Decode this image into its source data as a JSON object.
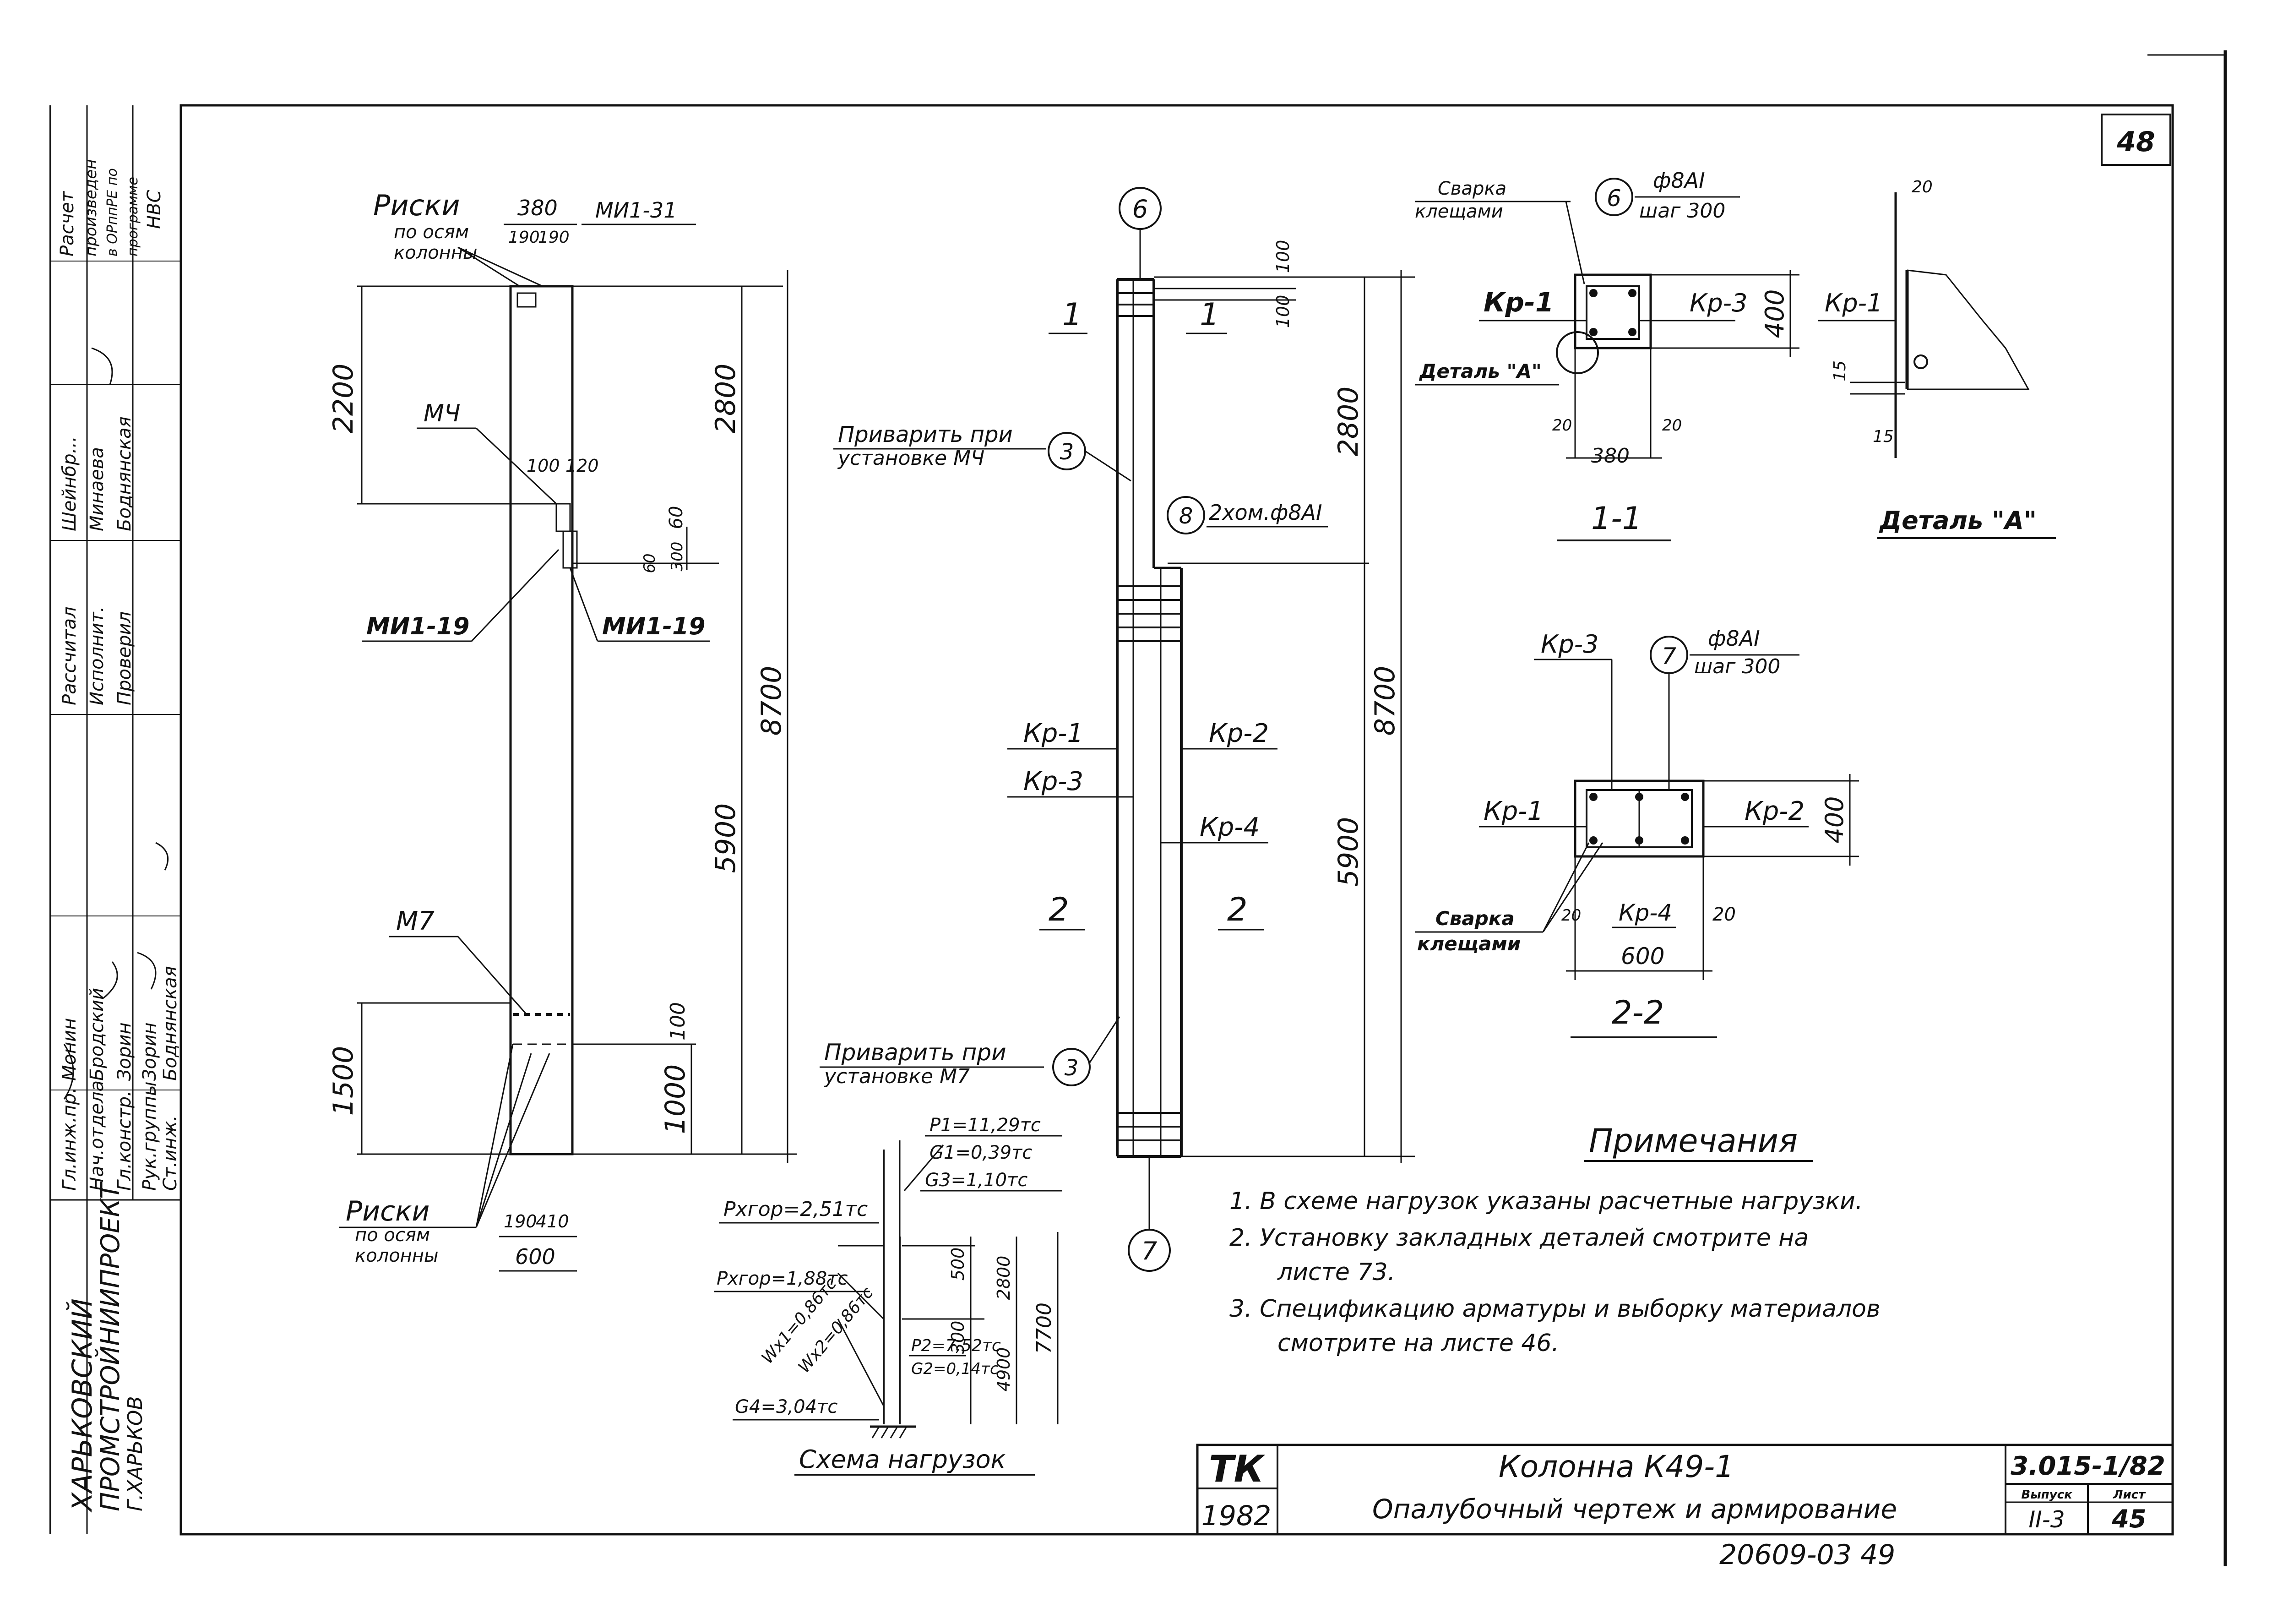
{
  "sheet_number": "48",
  "org": {
    "line1": "ХАРЬКОВСКИЙ",
    "line2": "ПРОМСТРОЙНИИПРОЕКТ",
    "line3": "Г.ХАРЬКОВ"
  },
  "calc_note": {
    "line1": "Расчет",
    "line2": "произведен",
    "line3": "в ОРппРЕ по",
    "line4": "программе",
    "line5": "НВС"
  },
  "staff": [
    {
      "role": "Гл.инж.пр.",
      "name": "Монин"
    },
    {
      "role": "Нач.отдела",
      "name": "Бродский"
    },
    {
      "role": "Гл.констр.",
      "name": "Зорин"
    },
    {
      "role": "Рук.группы",
      "name": "Зорин"
    },
    {
      "role": "Ст.инж.",
      "name": "Боднянская"
    },
    {
      "role": "Рассчитал",
      "name": "Шейнбр..."
    },
    {
      "role": "Исполнит.",
      "name": "Минаева"
    },
    {
      "role": "Проверил",
      "name": "Боднянская"
    }
  ],
  "elevation": {
    "title_marks": "Риски",
    "title_marks_sub1": "по осям",
    "title_marks_sub2": "колонны",
    "dim_380": "380",
    "dim_190a": "190",
    "dim_190b": "190",
    "label_mi131": "МИ1-31",
    "label_m4": "МЧ",
    "dim_100": "100",
    "dim_120": "120",
    "dim_60": "60",
    "dim_60b": "60",
    "dim_300": "300",
    "label_mi119_left": "МИ1-19",
    "label_mi119_right": "МИ1-19",
    "label_m7": "М7",
    "dim_2200": "2200",
    "dim_2800": "2800",
    "dim_8700": "8700",
    "dim_5900": "5900",
    "dim_1500": "1500",
    "dim_1000": "1000",
    "dim_100b": "100",
    "bottom_marks": "Риски",
    "bottom_marks_sub1": "по осям",
    "bottom_marks_sub2": "колонны",
    "dim_190c": "190",
    "dim_410": "410",
    "dim_600": "600"
  },
  "reinforcement": {
    "circle_6": "6",
    "circle_3_top": "3",
    "circle_8": "8",
    "circle_3_bottom": "3",
    "circle_7": "7",
    "section_1_left": "1",
    "section_1_right": "1",
    "section_2_left": "2",
    "section_2_right": "2",
    "note_weld_top_1": "Приварить при",
    "note_weld_top_2": "установке МЧ",
    "note_clamp": "2хом.ф8АI",
    "note_weld_bottom_1": "Приварить при",
    "note_weld_bottom_2": "установке М7",
    "kp1": "Кр-1",
    "kp2": "Кр-2",
    "kp3": "Кр-3",
    "kp4": "Кр-4",
    "dim_100a": "100",
    "dim_100c": "100",
    "dim_2800": "2800",
    "dim_8700": "8700",
    "dim_5900": "5900"
  },
  "section_1_1": {
    "weld": "Сварка",
    "weld2": "клещами",
    "circle": "6",
    "bar": "ф8АI",
    "step": "шаг 300",
    "kp1": "Кр-1",
    "kp3": "Кр-3",
    "detail_ref": "Деталь \"А\"",
    "dim_400": "400",
    "dim_20a": "20",
    "dim_20b": "20",
    "dim_380": "380",
    "title": "1-1"
  },
  "detail_a": {
    "kp1": "Кр-1",
    "dim_20": "20",
    "dim_15a": "15",
    "dim_15b": "15",
    "title": "Деталь \"А\""
  },
  "section_2_2": {
    "kp3": "Кр-3",
    "circle": "7",
    "bar": "ф8АI",
    "step": "шаг 300",
    "kp1": "Кр-1",
    "kp2": "Кр-2",
    "kp4": "Кр-4",
    "dim_400": "400",
    "dim_20a": "20",
    "dim_20b": "20",
    "dim_600": "600",
    "weld": "Сварка",
    "weld2": "клещами",
    "title": "2-2"
  },
  "loads": {
    "title": "Схема нагрузок",
    "p1": "P1=11,29тс",
    "g1": "G1=0,39тс",
    "g3": "G3=1,10тс",
    "px_top": "Pxгор=2,51тс",
    "px_top2": "Pxгор=1,88тс",
    "w1": "Wx1=0,86тс",
    "w2": "Wx2=0,86тс",
    "p2": "P2=7,52тс",
    "g2": "G2=0,14тс",
    "g4": "G4=3,04тс",
    "dim_500": "500",
    "dim_300": "300",
    "dim_2800": "2800",
    "dim_4900": "4900",
    "dim_7700": "7700"
  },
  "notes": {
    "title": "Примечания",
    "n1": "1. В схеме нагрузок указаны расчетные нагрузки.",
    "n2a": "2. Установку закладных деталей смотрите на",
    "n2b": "листе 73.",
    "n3a": "3. Спецификацию арматуры и выборку материалов",
    "n3b": "смотрите на листе 46."
  },
  "title_block": {
    "tk": "ТК",
    "year": "1982",
    "name": "Колонна К49-1",
    "subtitle": "Опалубочный чертеж и армирование",
    "code": "3.015-1/82",
    "issue_label": "Выпуск",
    "issue": "II-3",
    "sheet_label": "Лист",
    "sheet": "45"
  },
  "stamp": "20609-03 49"
}
